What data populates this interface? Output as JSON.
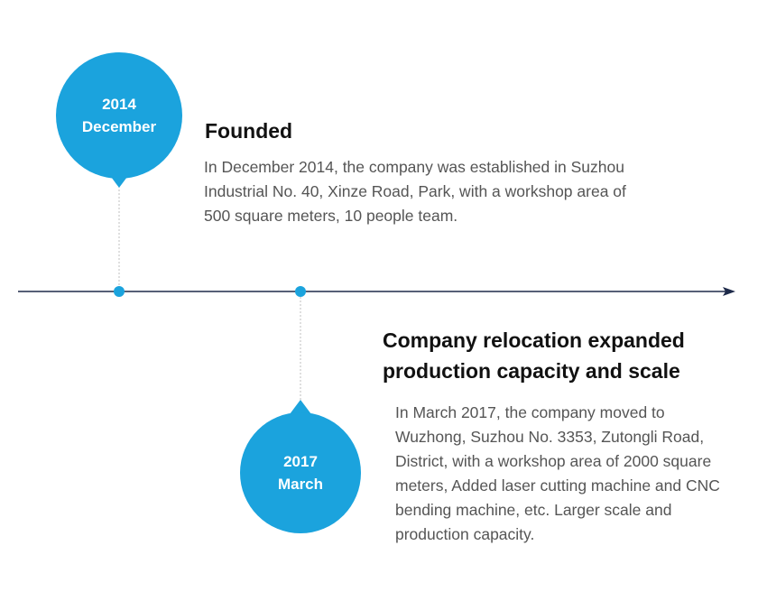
{
  "colors": {
    "accent": "#1ba3dd",
    "axis": "#1e2a4a",
    "connector": "#bfbfbf",
    "title": "#111111",
    "body_text": "#555555"
  },
  "events": [
    {
      "year": "2014",
      "month": "December",
      "title": "Founded",
      "description": "In December 2014, the company was established in Suzhou Industrial No. 40, Xinze Road, Park, with a workshop area of 500 square meters, 10 people team."
    },
    {
      "year": "2017",
      "month": "March",
      "title": "Company relocation expanded production capacity and scale",
      "description": "In March 2017, the company moved to Wuzhong, Suzhou No. 3353, Zutongli Road, District, with a workshop area of 2000 square meters, Added laser cutting machine and CNC bending machine, etc. Larger scale and production capacity."
    }
  ]
}
